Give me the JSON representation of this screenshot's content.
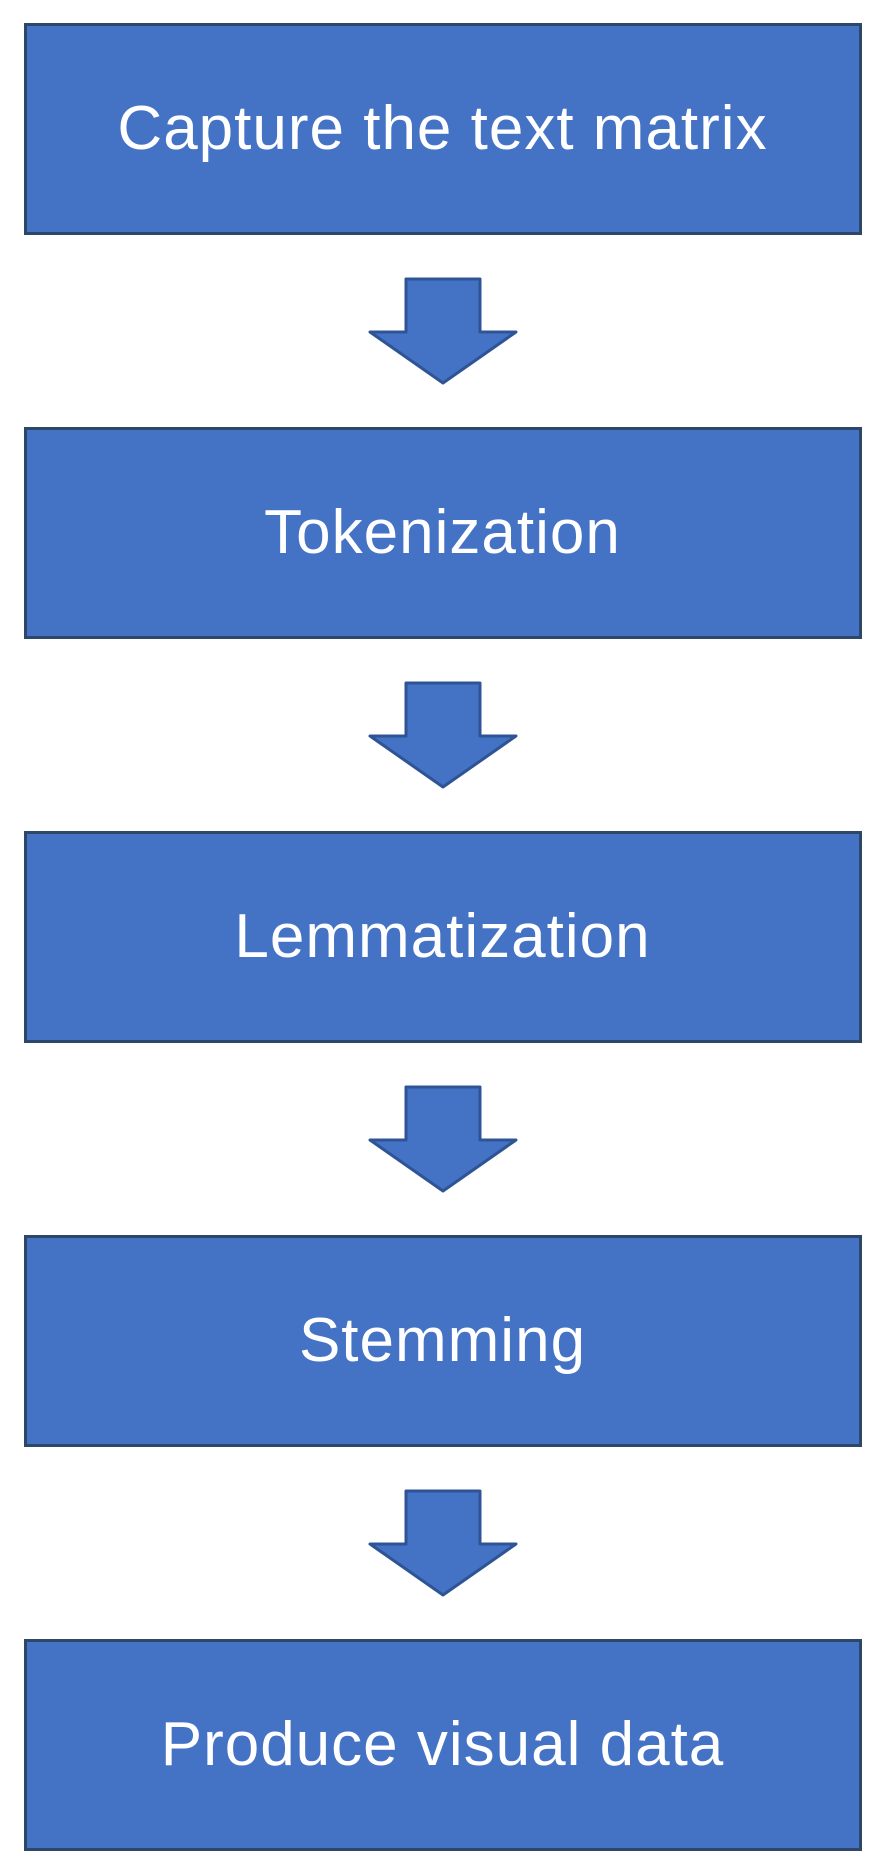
{
  "diagram": {
    "type": "flowchart",
    "direction": "top-to-bottom",
    "steps": [
      {
        "label": "Capture the text matrix"
      },
      {
        "label": "Tokenization"
      },
      {
        "label": "Lemmatization"
      },
      {
        "label": "Stemming"
      },
      {
        "label": "Produce visual data"
      }
    ],
    "connector": "down-block-arrow"
  },
  "colors": {
    "background": "#FFFFFF",
    "box_fill": "#4472C4",
    "box_border": "#2C4768",
    "arrow_fill": "#4472C4",
    "arrow_border": "#2F5496",
    "label_text": "#FFFFFF"
  }
}
